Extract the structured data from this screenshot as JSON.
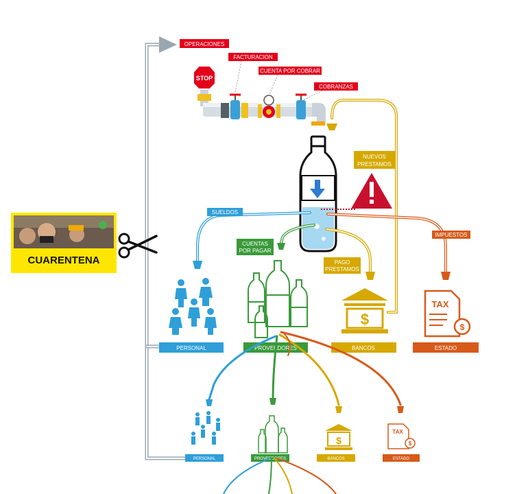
{
  "pipeline": {
    "operaciones": "OPERACIONES",
    "facturacion": "FACTURACION",
    "cuenta_por_cobrar": "CUENTA POR COBRAR",
    "cobranzas": "COBRANZAS",
    "stop_sign": "STOP"
  },
  "flows": {
    "nuevos_prestamos": [
      "NUEVOS",
      "PRESTAMOS"
    ],
    "sueldos": "SUELDOS",
    "cuentas_por_pagar": [
      "CUENTAS",
      "POR PAGAR"
    ],
    "pago_prestamos": [
      "PAGO",
      "PRESTAMOS"
    ],
    "impuestos": "IMPUESTOS"
  },
  "quarantine": {
    "banner": "CUARENTENA"
  },
  "recipients": {
    "personal": "PERSONAL",
    "proveedores": "PROVEEDORES",
    "bancos": "BANCOS",
    "estado": "ESTADO"
  },
  "icons": {
    "tax_text": "TAX",
    "dollar": "$"
  },
  "colors": {
    "red": "#e3001b",
    "blue": "#2e9fd8",
    "green": "#3a9a3a",
    "gold": "#d6a800",
    "orange": "#d75a1a",
    "grey": "#9aa7b0",
    "yellow_frame": "#ffe600"
  }
}
